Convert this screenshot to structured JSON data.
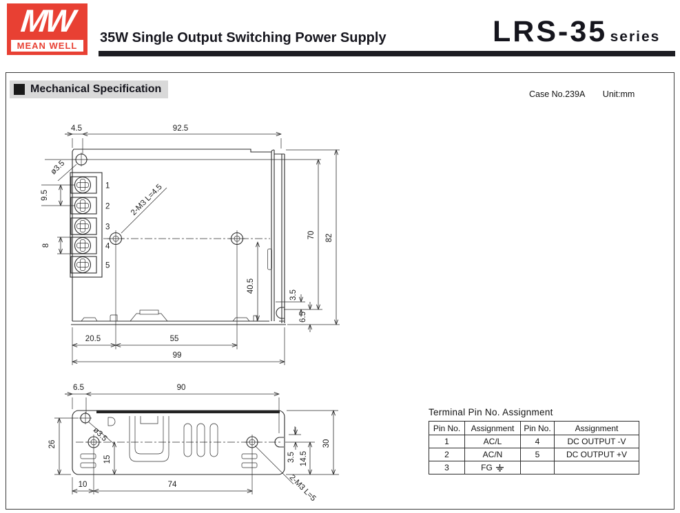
{
  "header": {
    "logo_mw": "MW",
    "logo_name": "MEAN WELL",
    "title": "35W Single Output Switching Power Supply",
    "series": "LRS-35",
    "series_suffix": "series"
  },
  "section": {
    "title": "Mechanical Specification",
    "case_no": "Case No.239A",
    "unit": "Unit:mm"
  },
  "side_view": {
    "d45": "4.5",
    "d925": "92.5",
    "dia": "ø3.5",
    "p95": "9.5",
    "p8": "8",
    "m3note": "2-M3 L=4.5",
    "d70": "70",
    "d82": "82",
    "d405": "40.5",
    "d35": "3.5",
    "d65": "6.5",
    "d205": "20.5",
    "d55": "55",
    "d99": "99",
    "pins": [
      "1",
      "2",
      "3",
      "4",
      "5"
    ]
  },
  "bottom_view": {
    "d65": "6.5",
    "d90": "90",
    "d26": "26",
    "dia": "ø3.5",
    "d15": "15",
    "d10": "10",
    "d74": "74",
    "d35": "3.5",
    "d145": "14.5",
    "d30": "30",
    "m3note": "2-M3 L=5"
  },
  "pin_table": {
    "title": "Terminal Pin No.  Assignment",
    "headers": [
      "Pin No.",
      "Assignment",
      "Pin No.",
      "Assignment"
    ],
    "rows": [
      [
        "1",
        "AC/L",
        "4",
        "DC OUTPUT -V"
      ],
      [
        "2",
        "AC/N",
        "5",
        "DC OUTPUT +V"
      ],
      [
        "3",
        "FG",
        "",
        ""
      ]
    ]
  }
}
